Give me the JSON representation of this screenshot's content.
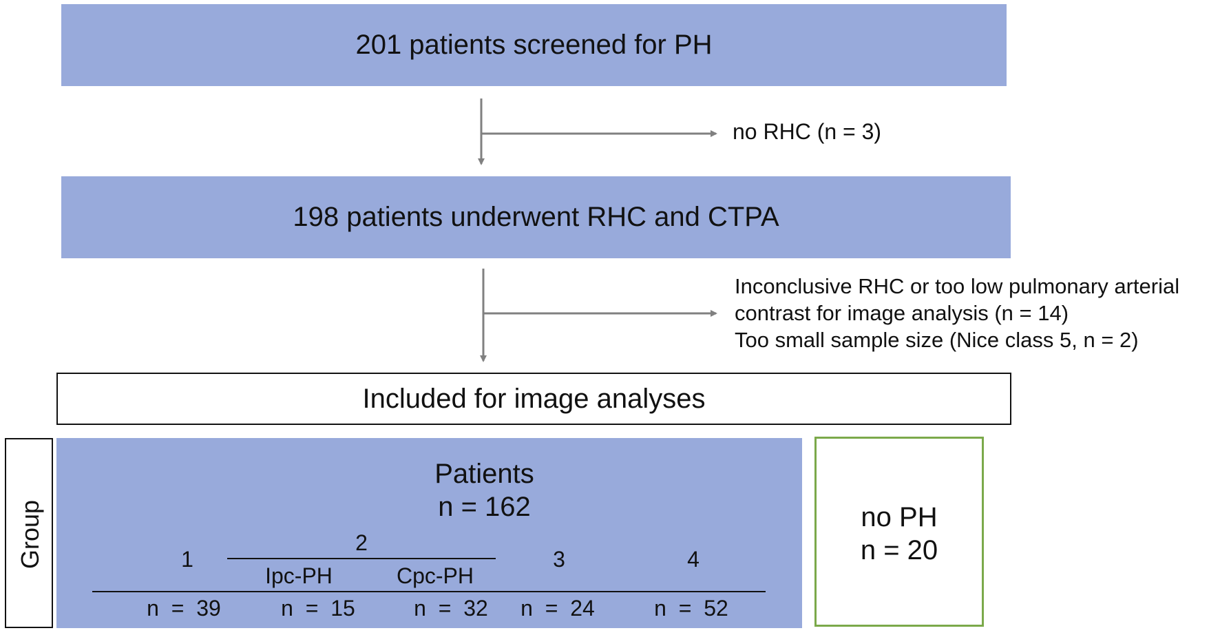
{
  "top_box": {
    "text": "201 patients screened for PH"
  },
  "exclusion_1": {
    "text": "no RHC (n = 3)"
  },
  "second_box": {
    "text": "198 patients underwent RHC and CTPA"
  },
  "exclusion_2": {
    "lines": [
      "Inconclusive RHC or too low pulmonary arterial",
      "contrast for image analysis (n = 14)",
      "Too small sample size (Nice class 5, n = 2)"
    ]
  },
  "included_box": {
    "text": "Included for image analyses"
  },
  "group_label": "Group",
  "patients": {
    "title": "Patients",
    "count": "n = 162",
    "group2_label": "2",
    "subheaders": [
      "1",
      "Ipc-PH",
      "Cpc-PH",
      "3",
      "4"
    ],
    "counts": [
      "n  =  39",
      "n  =  15",
      "n  =  32",
      "n  =  24",
      "n  =  52"
    ]
  },
  "no_ph": {
    "title": "no PH",
    "count": "n = 20"
  },
  "colors": {
    "box_fill": "#98aadb",
    "arrow": "#808080",
    "no_ph_border": "#7ba94a"
  }
}
